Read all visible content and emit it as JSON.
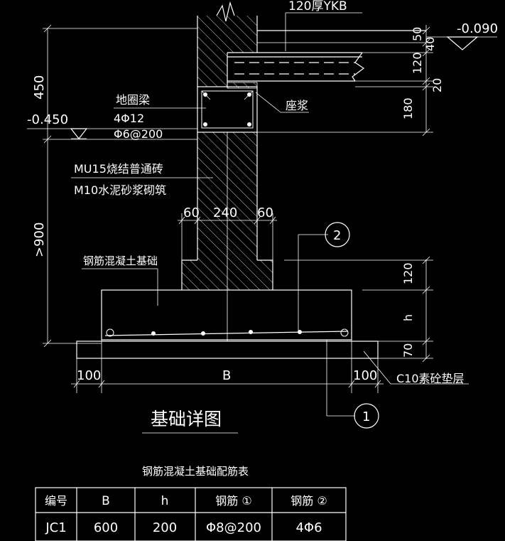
{
  "drawing": {
    "slab_label": "120厚YKB",
    "level_top": "-0.090",
    "level_ground": "-0.450",
    "ring_beam": {
      "name": "地圈梁",
      "main_bars": "4Φ12",
      "stirrups": "Φ6@200"
    },
    "mortar_bed": "座浆",
    "brick": "MU15烧结普通砖",
    "mortar": "M10水泥砂浆砌筑",
    "footing_label": "钢筋混凝土基础",
    "cushion_label": "C10素砼垫层",
    "title": "基础详图",
    "marker_1": "1",
    "marker_2": "2"
  },
  "dimensions": {
    "left_upper": "450",
    "left_lower": ">900",
    "step_left": "60",
    "wall": "240",
    "step_right": "60",
    "bottom_left": "100",
    "bottom_mid": "B",
    "bottom_right": "100",
    "right_50": "50",
    "right_40": "40",
    "right_120": "120",
    "right_20": "20",
    "right_180": "180",
    "right_120b": "120",
    "right_h": "h",
    "right_70": "70"
  },
  "table": {
    "title": "钢筋混凝土基础配筋表",
    "headers": [
      "编号",
      "B",
      "h",
      "钢筋 ①",
      "钢筋 ②"
    ],
    "rows": [
      [
        "JC1",
        "600",
        "200",
        "Φ8@200",
        "4Φ6"
      ]
    ]
  },
  "colors": {
    "background": "#000000",
    "lines": "#ffffff"
  }
}
